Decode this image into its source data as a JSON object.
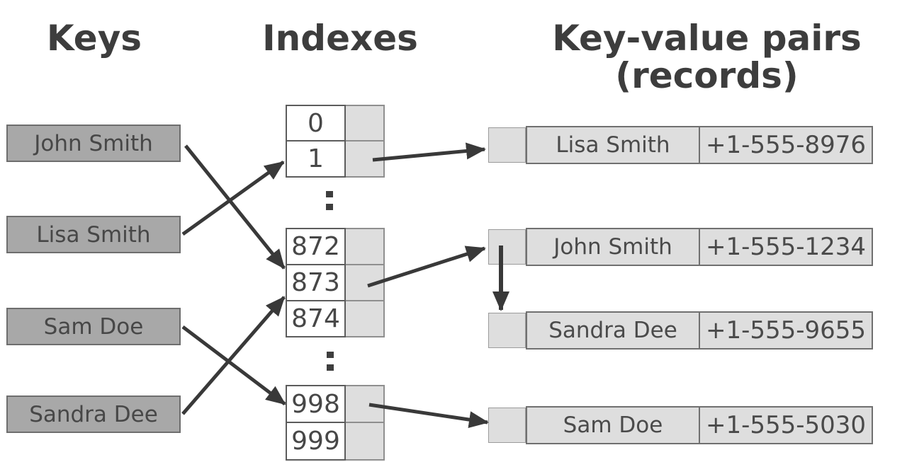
{
  "titles": {
    "keys": "Keys",
    "indexes": "Indexes",
    "records_line1": "Key-value pairs",
    "records_line2": "(records)"
  },
  "keys": {
    "items": [
      {
        "label": "John Smith"
      },
      {
        "label": "Lisa Smith"
      },
      {
        "label": "Sam Doe"
      },
      {
        "label": "Sandra Dee"
      }
    ]
  },
  "indexes": {
    "tables": [
      {
        "cells": [
          "0",
          "1"
        ]
      },
      {
        "cells": [
          "872",
          "873",
          "874"
        ]
      },
      {
        "cells": [
          "998",
          "999"
        ]
      }
    ]
  },
  "records": {
    "items": [
      {
        "name": "Lisa Smith",
        "phone": "+1-555-8976"
      },
      {
        "name": "John Smith",
        "phone": "+1-555-1234"
      },
      {
        "name": "Sandra Dee",
        "phone": "+1-555-9655"
      },
      {
        "name": "Sam Doe",
        "phone": "+1-555-5030"
      }
    ]
  },
  "mappings": {
    "key_to_index": [
      {
        "key": "John Smith",
        "index": "873"
      },
      {
        "key": "Lisa Smith",
        "index": "1"
      },
      {
        "key": "Sam Doe",
        "index": "998"
      },
      {
        "key": "Sandra Dee",
        "index": "873"
      }
    ],
    "index_to_record": [
      {
        "index": "1",
        "record": "Lisa Smith"
      },
      {
        "index": "873",
        "record": "John Smith"
      },
      {
        "index": "998",
        "record": "Sam Doe"
      }
    ],
    "record_chain": [
      {
        "from": "John Smith",
        "to": "Sandra Dee"
      }
    ]
  },
  "colors": {
    "key_box_fill": "#a8a8a8",
    "key_box_border": "#6e6e6e",
    "index_cell_fill": "#ffffff",
    "pointer_cell_fill": "#dedede",
    "record_fill": "#dedede",
    "arrow": "#393939",
    "title_text": "#3d3d3d"
  }
}
